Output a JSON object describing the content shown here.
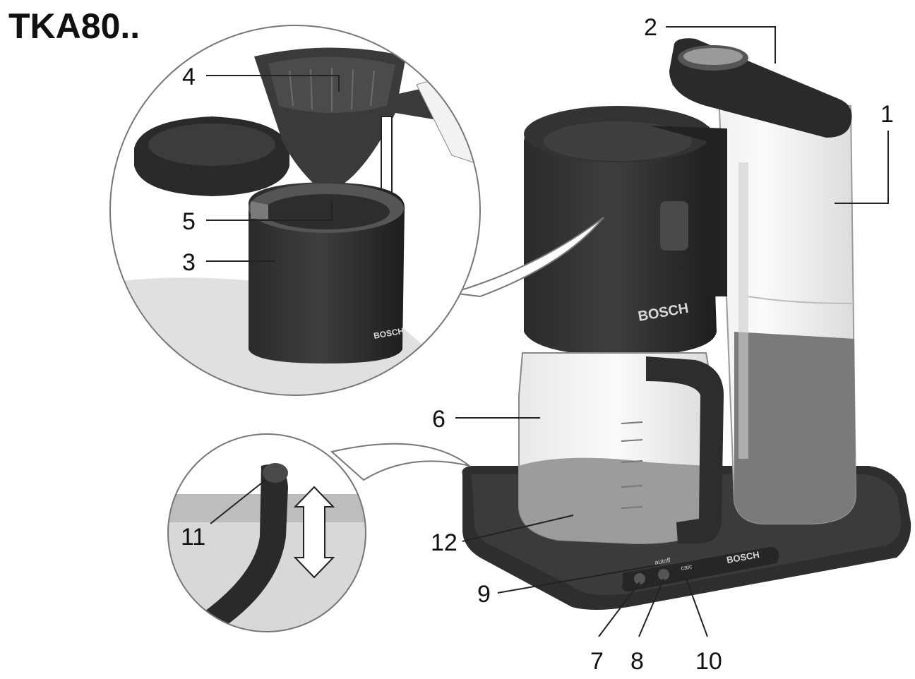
{
  "model": "TKA80..",
  "brand": "BOSCH",
  "panel_labels": {
    "button_9": "autoff",
    "button_10": "calc"
  },
  "callouts": {
    "c1": "1",
    "c2": "2",
    "c3": "3",
    "c4": "4",
    "c5": "5",
    "c6": "6",
    "c7": "7",
    "c8": "8",
    "c9": "9",
    "c10": "10",
    "c11": "11",
    "c12": "12"
  }
}
